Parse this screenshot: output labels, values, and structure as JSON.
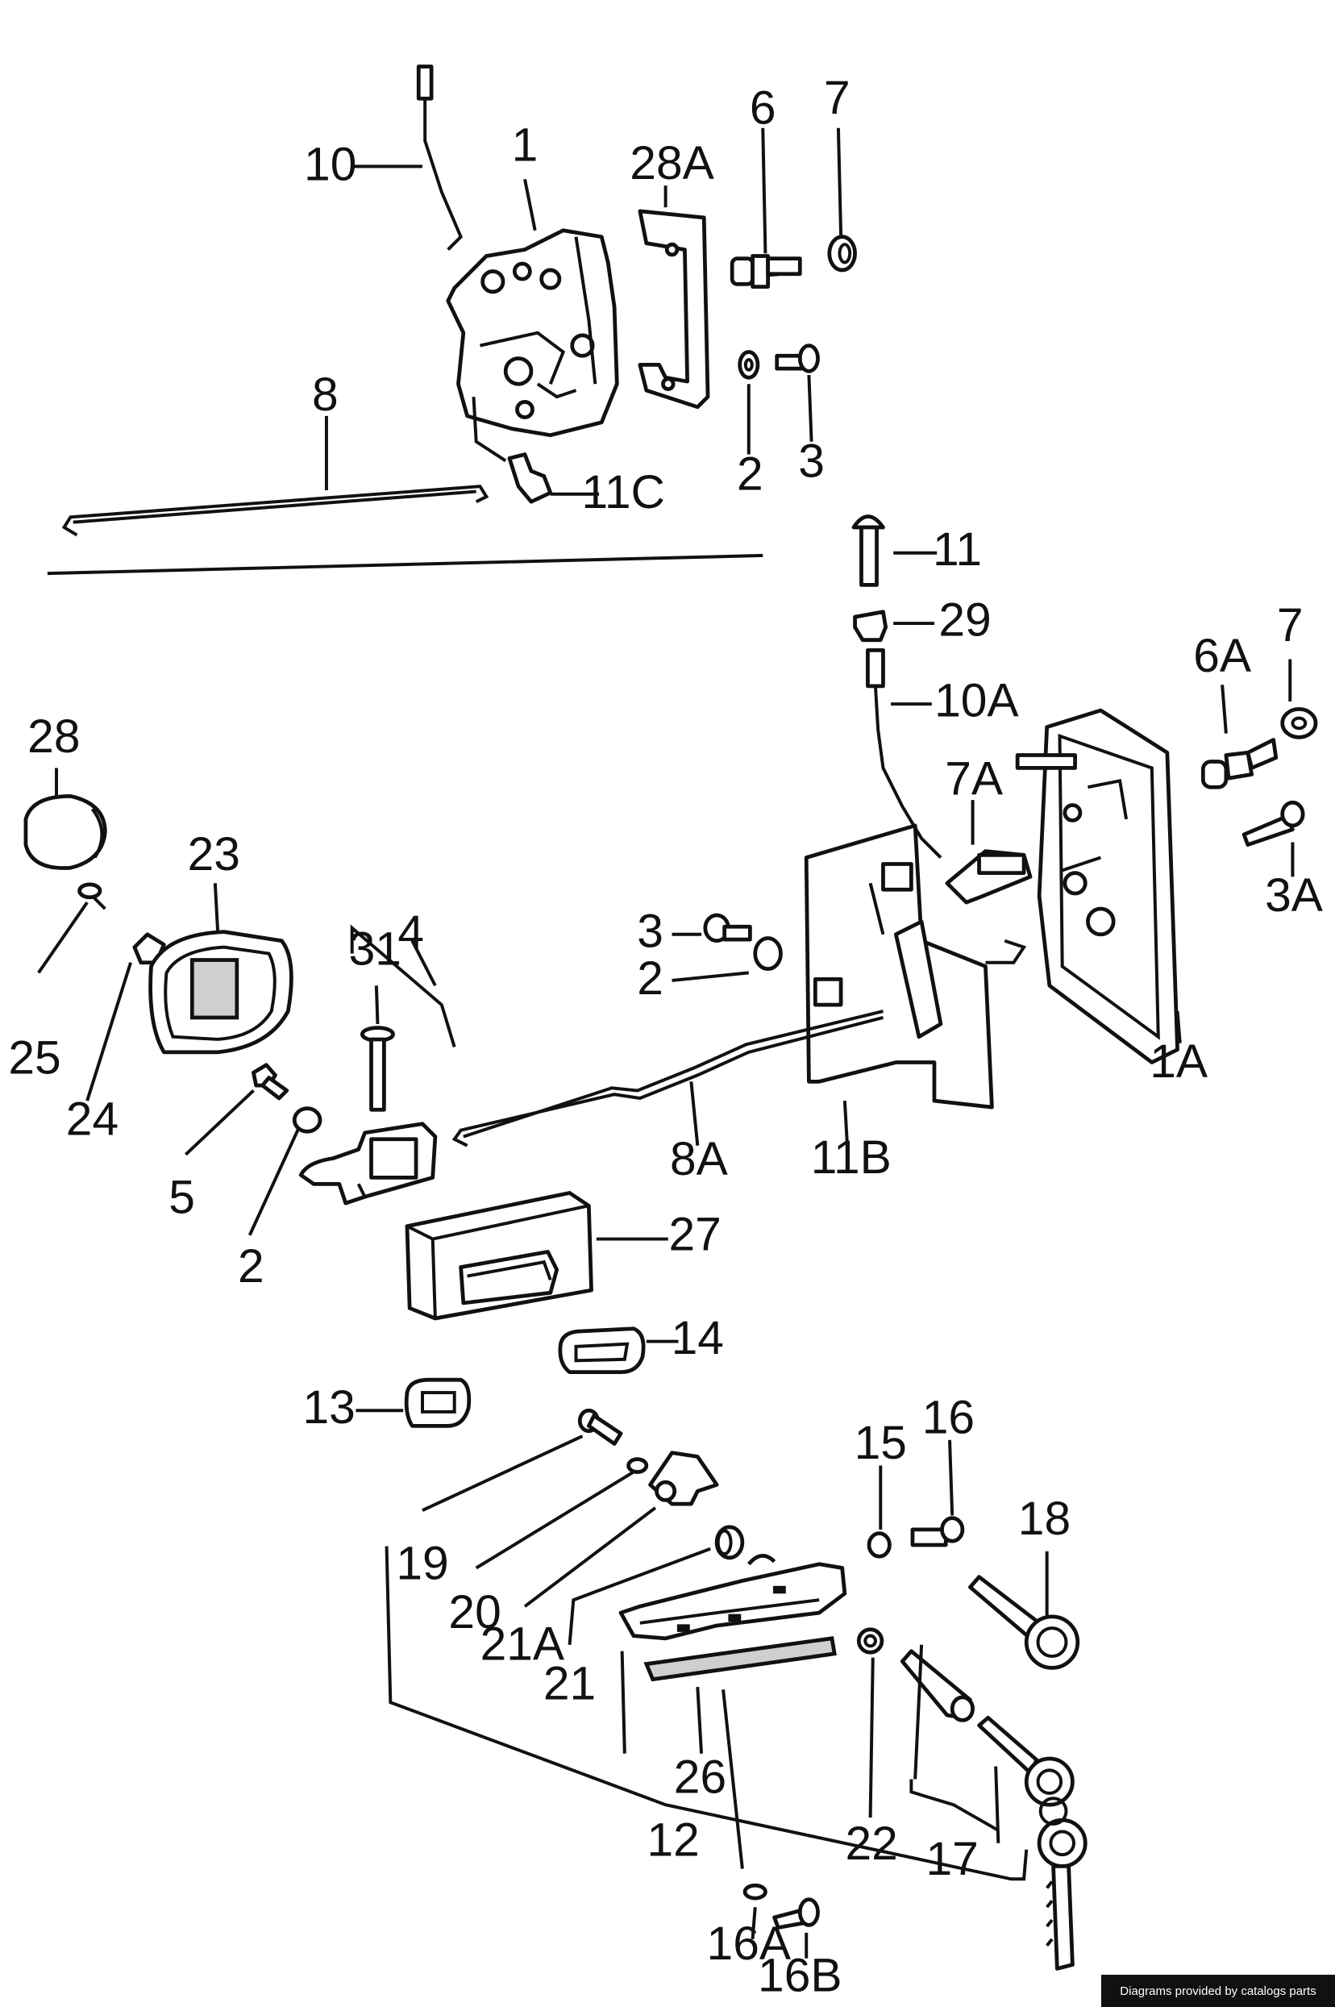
{
  "labels": {
    "p10": "10",
    "p1": "1",
    "p28A": "28A",
    "p6": "6",
    "p7": "7",
    "p8": "8",
    "p2a": "2",
    "p3a": "3",
    "p11C": "11C",
    "p11": "11",
    "p29": "29",
    "p10A": "10A",
    "p6A": "6A",
    "p7b": "7",
    "p7A": "7A",
    "p3A": "3A",
    "p1A": "1A",
    "p3b": "3",
    "p2b": "2",
    "p11B": "11B",
    "p8A": "8A",
    "p28": "28",
    "p23": "23",
    "p25": "25",
    "p24": "24",
    "p4": "4",
    "p31": "31",
    "p5": "5",
    "p2c": "2",
    "p27": "27",
    "p14": "14",
    "p13": "13",
    "p15": "15",
    "p16": "16",
    "p18": "18",
    "p19": "19",
    "p20": "20",
    "p21A": "21A",
    "p21": "21",
    "p26": "26",
    "p12": "12",
    "p22": "22",
    "p17": "17",
    "p16A": "16A",
    "p16B": "16B"
  },
  "footer": "Diagrams provided by catalogs parts"
}
